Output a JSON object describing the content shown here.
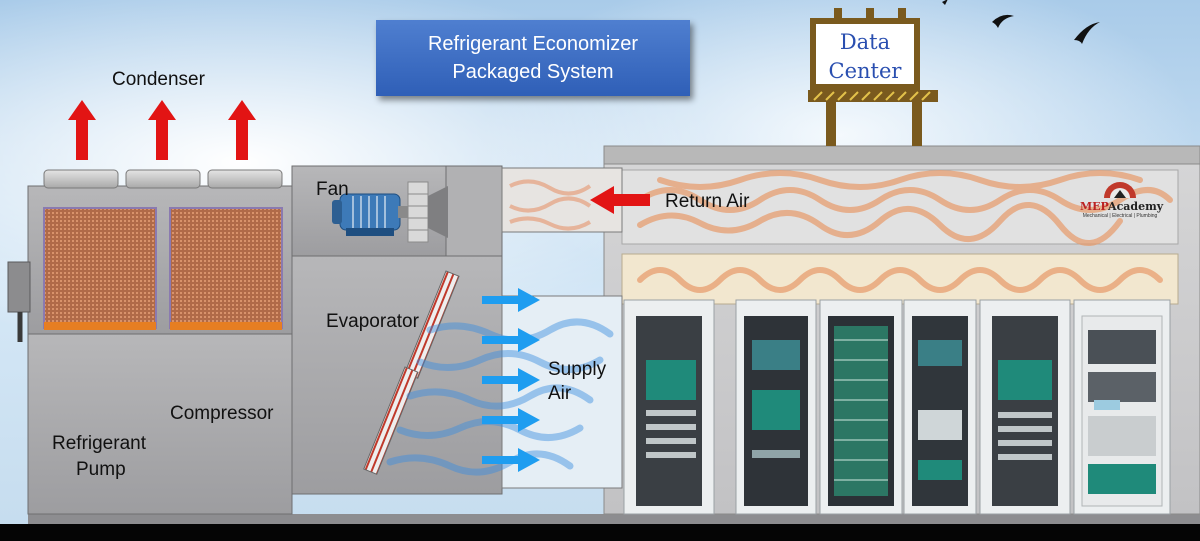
{
  "title": {
    "line1": "Refrigerant Economizer",
    "line2": "Packaged System"
  },
  "sign": {
    "line1": "Data",
    "line2": "Center"
  },
  "labels": {
    "condenser": "Condenser",
    "fan": "Fan",
    "return_air": "Return Air",
    "evaporator": "Evaporator",
    "supply_air_1": "Supply",
    "supply_air_2": "Air",
    "compressor": "Compressor",
    "pump_1": "Refrigerant",
    "pump_2": "Pump"
  },
  "logo": {
    "brand_red": "MEP",
    "brand_dark": "Academy",
    "tagline": "Mechanical | Electrical | Plumbing"
  },
  "colors": {
    "arrow_red": "#e21414",
    "arrow_blue": "#1e9df0",
    "title_box": "#3b6cc4",
    "sign_frame": "#7a5a1e",
    "unit_body": "#a9a9ab"
  }
}
